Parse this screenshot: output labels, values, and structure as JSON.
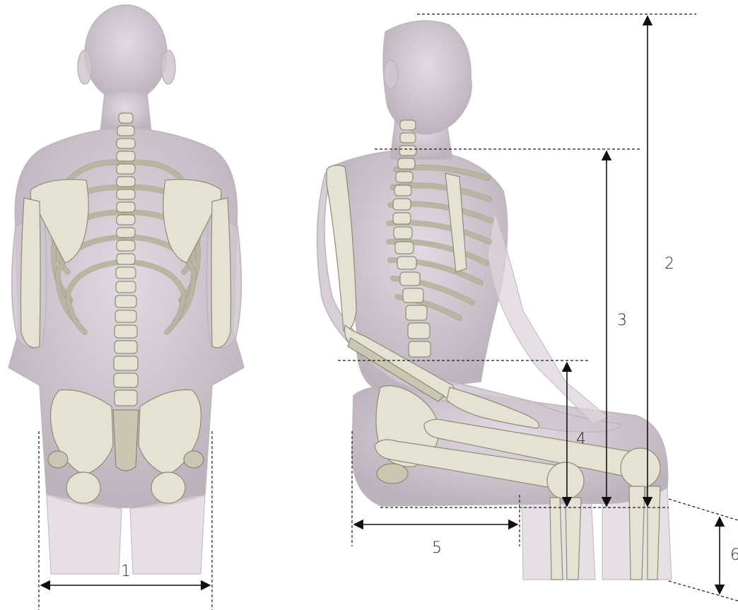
{
  "figure": {
    "measurements": [
      {
        "id": "1",
        "label": "1"
      },
      {
        "id": "2",
        "label": "2"
      },
      {
        "id": "3",
        "label": "3"
      },
      {
        "id": "4",
        "label": "4"
      },
      {
        "id": "5",
        "label": "5"
      },
      {
        "id": "6",
        "label": "6"
      }
    ],
    "colors": {
      "body": "#cfc7cf",
      "bone": "#e4e2d2",
      "line": "#111111"
    }
  }
}
